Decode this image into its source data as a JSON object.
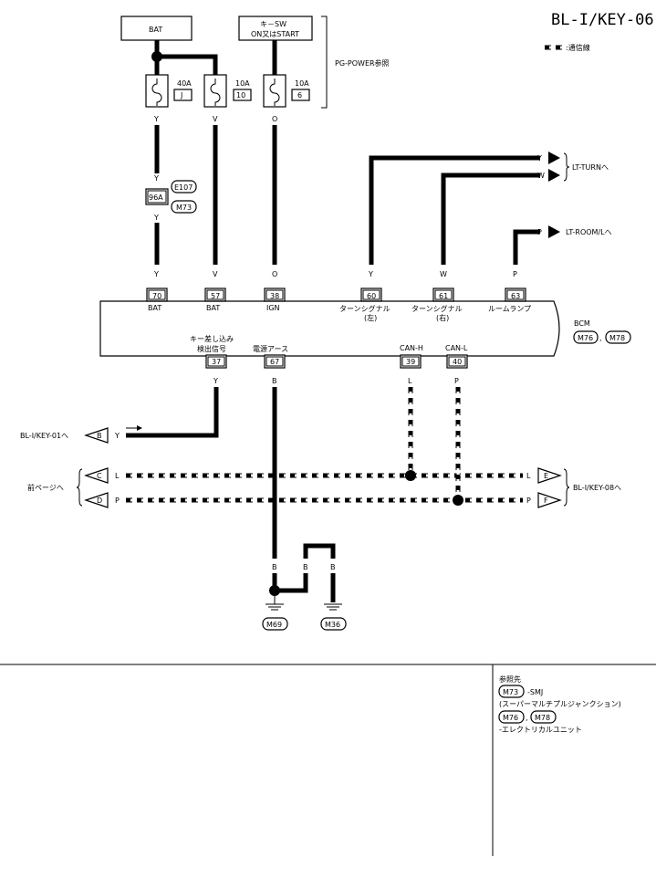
{
  "page": {
    "title": "BL-I/KEY-06",
    "legend_label": ":通信線"
  },
  "power": {
    "bat_label": "BAT",
    "keysw_line1": "キ－SW",
    "keysw_line2": "ON又はSTART",
    "pg_ref": "PG-POWER参照",
    "fuses": [
      {
        "amp": "40A",
        "id": "J",
        "wire": "Y"
      },
      {
        "amp": "10A",
        "id": "10",
        "wire": "V"
      },
      {
        "amp": "10A",
        "id": "6",
        "wire": "O"
      }
    ]
  },
  "junction": {
    "pin": "96A",
    "conn1": "E107",
    "conn2": "M73",
    "wire_top": "Y",
    "wire_bottom": "Y"
  },
  "bcm": {
    "label": "BCM",
    "conn1": "M76",
    "conn2": "M78",
    "comma": ",",
    "top_pins": [
      {
        "wire": "Y",
        "num": "70",
        "label": "BAT",
        "sub": ""
      },
      {
        "wire": "V",
        "num": "57",
        "label": "BAT",
        "sub": ""
      },
      {
        "wire": "O",
        "num": "38",
        "label": "IGN",
        "sub": ""
      },
      {
        "wire": "Y",
        "num": "60",
        "label": "ターンシグナル",
        "sub": "(左)"
      },
      {
        "wire": "W",
        "num": "61",
        "label": "ターンシグナル",
        "sub": "(右)"
      },
      {
        "wire": "P",
        "num": "63",
        "label": "ルームランプ",
        "sub": ""
      }
    ],
    "bottom_pins": [
      {
        "label1": "キー差し込み",
        "label2": "検出信号",
        "num": "37",
        "wire": "Y"
      },
      {
        "label1": "電源アース",
        "label2": "",
        "num": "67",
        "wire": "B"
      },
      {
        "label1": "CAN-H",
        "label2": "",
        "num": "39",
        "wire": "L"
      },
      {
        "label1": "CAN-L",
        "label2": "",
        "num": "40",
        "wire": "P"
      }
    ]
  },
  "outputs": {
    "lt_turn": {
      "label": "LT-TURNへ",
      "wire1": "Y",
      "wire2": "W"
    },
    "lt_room": {
      "label": "LT-ROOM/Lへ",
      "wire": "P"
    }
  },
  "left_refs": {
    "key01": {
      "label": "BL-I/KEY-01へ",
      "marker": "B",
      "wire": "Y"
    },
    "prev_page": {
      "label": "前ページへ",
      "marker1": "C",
      "wire1": "L",
      "marker2": "D",
      "wire2": "P"
    }
  },
  "right_refs": {
    "key08": {
      "label": "BL-I/KEY-08へ",
      "marker1": "E",
      "wire1": "L",
      "marker2": "F",
      "wire2": "P"
    }
  },
  "grounds": [
    {
      "wire": "B",
      "conn": "M69"
    },
    {
      "wire1": "B",
      "wire2": "B",
      "conn": "M36"
    }
  ],
  "references": {
    "title": "参照先",
    "m73": "M73",
    "m73_desc": "-SMJ",
    "m73_desc2": "(スーパーマルチプルジャンクション)",
    "m76": "M76",
    "m78": "M78",
    "comma": ",",
    "m76_desc": "-エレクトリカルユニット"
  }
}
